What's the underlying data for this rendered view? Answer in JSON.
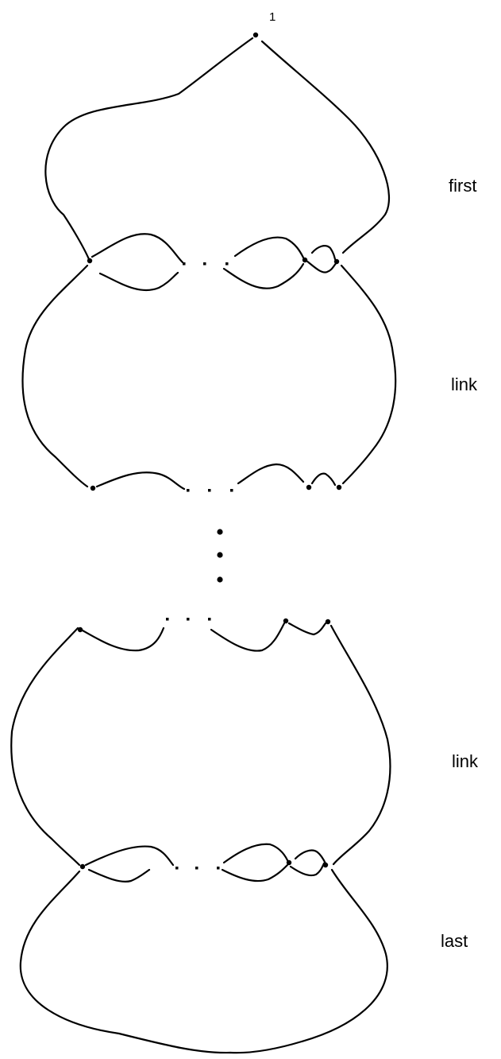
{
  "labels": {
    "vertex": "1",
    "sections": [
      "first",
      "link",
      "link",
      "last"
    ]
  },
  "colors": {
    "stroke": "#000000",
    "background": "#ffffff"
  }
}
